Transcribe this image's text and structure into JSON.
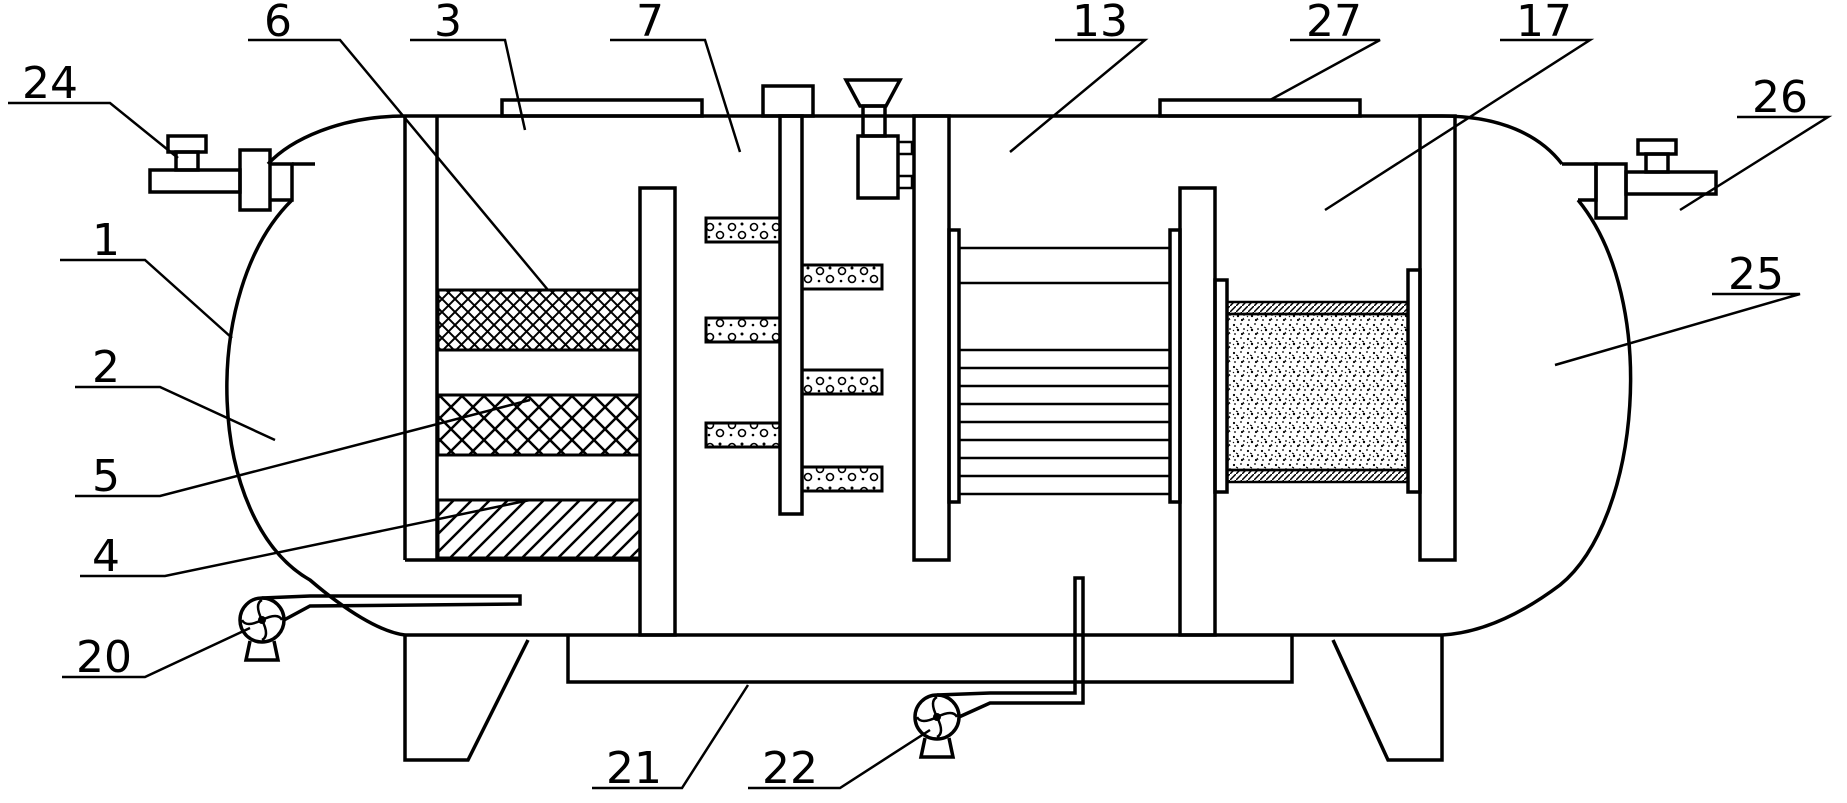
{
  "labels": {
    "l1": "1",
    "l2": "2",
    "l3": "3",
    "l4": "4",
    "l5": "5",
    "l6": "6",
    "l7": "7",
    "l13": "13",
    "l17": "17",
    "l20": "20",
    "l21": "21",
    "l22": "22",
    "l24": "24",
    "l25": "25",
    "l26": "26",
    "l27": "27"
  }
}
